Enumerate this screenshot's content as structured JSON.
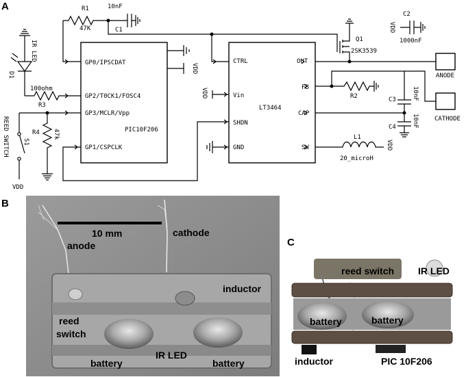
{
  "panels": {
    "a": "A",
    "b": "B",
    "c": "C"
  },
  "schematic": {
    "pic": {
      "name": "PIC10F206",
      "pins": [
        "GP0/IPSCDAT",
        "GP2/T0CK1/FOSC4",
        "GP3/MCLR/Vpp",
        "GP1/CSPCLK"
      ],
      "vdd": "VDD"
    },
    "lt": {
      "name": "LT3464",
      "pins_left": [
        "CTRL",
        "Vin",
        "SHDN",
        "GND"
      ],
      "pins_right": [
        "OUT",
        "FB",
        "CAP",
        "SW"
      ]
    },
    "r1": {
      "name": "R1",
      "value": "47K"
    },
    "c1": {
      "name": "C1",
      "value": "10nF"
    },
    "q1": {
      "name": "Q1",
      "value": "2SK3539"
    },
    "c2": {
      "name": "C2",
      "value": "1000nF",
      "vdd": "VDD"
    },
    "d1": {
      "name": "D1",
      "value": "IR LED"
    },
    "r3": {
      "name": "R3",
      "value": "100ohm"
    },
    "r4": {
      "name": "R4",
      "value": "47k"
    },
    "s1": {
      "name": "S1",
      "value": "REED SWITCH",
      "vdd": "VDD"
    },
    "r2": {
      "name": "R2"
    },
    "c3": {
      "name": "C3",
      "value": "10nF"
    },
    "c4": {
      "name": "C4",
      "value": "10nF"
    },
    "l1": {
      "name": "L1",
      "value": "20_microH",
      "vdd": "VDD"
    },
    "vdd_vin": "VDD",
    "anode": "ANODE",
    "cathode": "CATHODE"
  },
  "photo_b": {
    "scale": "10 mm",
    "labels": {
      "anode": "anode",
      "cathode": "cathode",
      "inductor": "inductor",
      "reed": "reed",
      "switch": "switch",
      "battery_left": "battery",
      "ir_led": "IR LED",
      "battery_right": "battery"
    }
  },
  "photo_c": {
    "labels": {
      "reed_switch": "reed switch",
      "ir_led": "IR LED",
      "battery_left": "battery",
      "battery_right": "battery",
      "inductor": "inductor",
      "pic": "PIC 10F206"
    }
  }
}
